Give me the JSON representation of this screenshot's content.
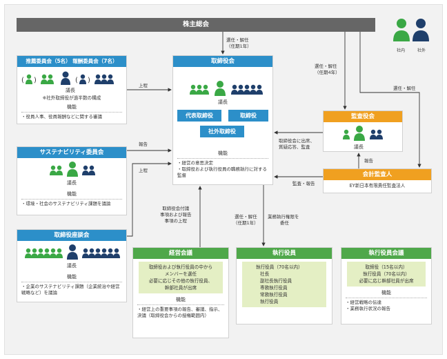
{
  "colors": {
    "green": "#3aa845",
    "navy": "#1f3f6b",
    "blue": "#2c8fc9",
    "orange": "#f0a020"
  },
  "shareholders": {
    "title": "株主総会"
  },
  "legend": {
    "inside": "社内",
    "outside": "社外"
  },
  "board": {
    "title": "取締役会",
    "chair": "議長",
    "buttons": [
      "代表取締役",
      "取締役",
      "社外取締役"
    ],
    "fn_title": "機能",
    "functions": [
      "経営の意思決定",
      "取締役および執行役員の職務執行に対する監督"
    ]
  },
  "nomination": {
    "title": "推薦委員会（5名）  報酬委員会（7名）",
    "chair": "議長",
    "note": "※社外取締役が過半数の構成",
    "fn_title": "機能",
    "functions": [
      "役員人事、役員報酬などに関する審議"
    ]
  },
  "sustainability": {
    "title": "サステナビリティ委員会",
    "chair": "議長",
    "fn_title": "機能",
    "functions": [
      "環境・社会のサステナビリティ課題を議論"
    ]
  },
  "roundtable": {
    "title": "取締役座談会",
    "chair": "議長",
    "fn_title": "機能",
    "functions": [
      "企業のサステナビリティ課題（企業統治や経営戦略など）を議論"
    ]
  },
  "audit": {
    "title": "監査役会",
    "chair": "議長"
  },
  "auditor": {
    "title": "会計監査人",
    "name": "EY新日本有限責任監査法人"
  },
  "mgmt": {
    "title": "経営会議",
    "desc": [
      "取締役および執行役員の中から",
      "メンバーを選任",
      "必要に応じその他の執行役員、",
      "幹部社員が出席"
    ],
    "fn_title": "機能",
    "functions": [
      "経営上の重要事項の報告、審議、指示、決議（取締役会からの授権範囲内）"
    ]
  },
  "officers": {
    "title": "執行役員",
    "lines": [
      "執行役員（70名以内）",
      "社長",
      "副社長執行役員",
      "専務執行役員",
      "常務執行役員",
      "執行役員"
    ]
  },
  "officers_meeting": {
    "title": "執行役員会議",
    "desc": [
      "取締役（15名以内）",
      "執行役員（70名以内）",
      "必要に応じ幹部社員が出席"
    ],
    "fn_title": "機能",
    "functions": [
      "経営戦略の伝達",
      "業務執行状況の報告"
    ]
  },
  "labels": {
    "elect_board": [
      "選任・解任",
      "（任期1年）"
    ],
    "elect_audit": [
      "選任・解任",
      "（任期4年）"
    ],
    "elect_auditor": "選任・解任",
    "report1": "上程",
    "report2": "報告",
    "report3": "上程",
    "audit_attend": [
      "取締役会に出席、",
      "質疑応答、監査"
    ],
    "report_aud": "報告",
    "audit_report": "監査・報告",
    "mgmt_submit": [
      "取締役会付議",
      "事項および報告",
      "事項の上程"
    ],
    "elect_officers": [
      "選任・解任",
      "（任期1年）"
    ],
    "delegate": [
      "業務執行権限を",
      "委任"
    ]
  }
}
